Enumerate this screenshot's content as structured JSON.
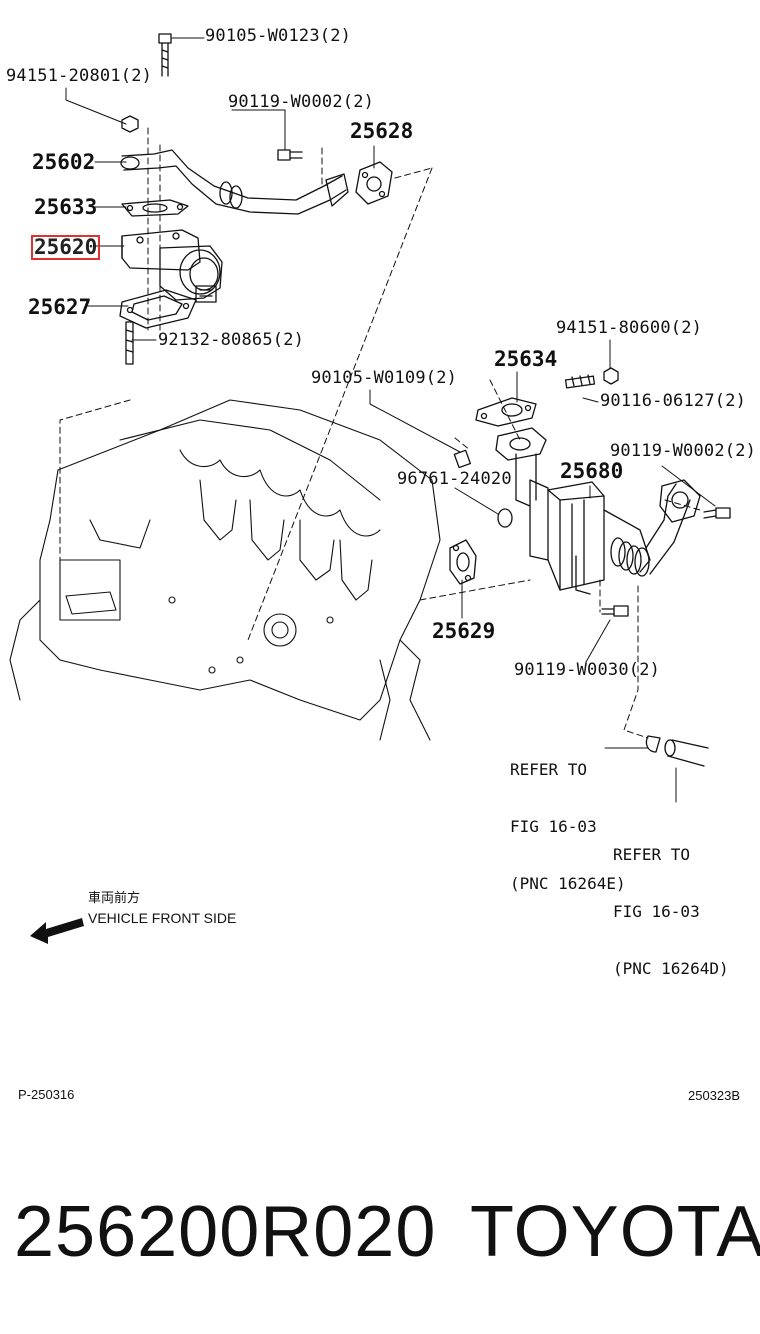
{
  "labels": {
    "p1": "90105-W0123(2)",
    "p2": "94151-20801(2)",
    "p3": "90119-W0002(2)",
    "p4": "25628",
    "p5": "25602",
    "p6": "25633",
    "p7": "25620",
    "p8": "25627",
    "p9": "92132-80865(2)",
    "p10": "94151-80600(2)",
    "p11": "25634",
    "p12": "90105-W0109(2)",
    "p13": "90116-06127(2)",
    "p14": "90119-W0002(2)",
    "p15": "96761-24020",
    "p16": "25680",
    "p17": "25629",
    "p18": "90119-W0030(2)"
  },
  "refs": {
    "ref1": [
      "REFER TO",
      "FIG 16-03",
      "(PNC 16264E)"
    ],
    "ref2": [
      "REFER TO",
      "FIG 16-03",
      "(PNC 16264D)"
    ]
  },
  "direction": {
    "jp": "車両前方",
    "en": "VEHICLE FRONT SIDE"
  },
  "codes": {
    "left": "P-250316",
    "right": "250323B"
  },
  "footer": {
    "part_number": "256200R020",
    "brand": "TOYOTA"
  },
  "colors": {
    "highlight": "#e03030",
    "line": "#111111"
  }
}
